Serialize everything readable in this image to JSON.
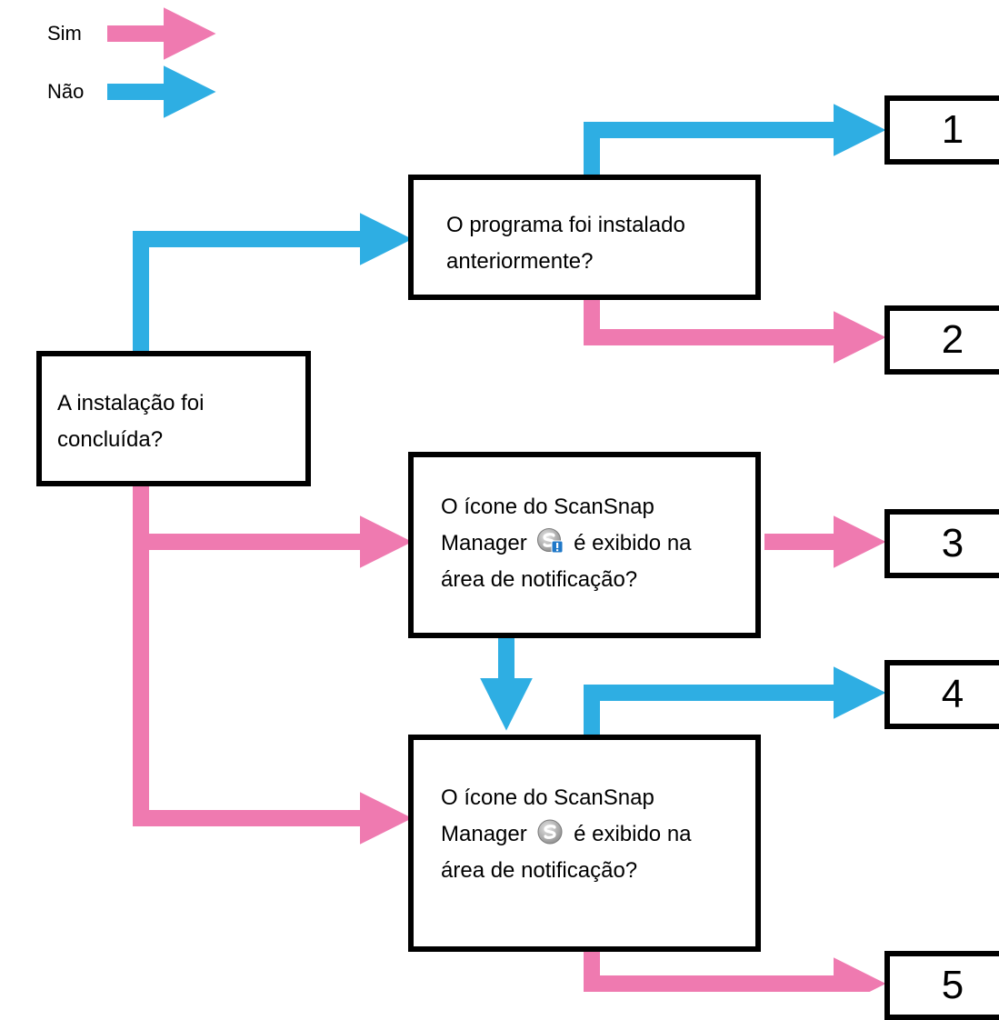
{
  "legend": {
    "yes_label": "Sim",
    "no_label": "Não"
  },
  "colors": {
    "yes": "#ef7ab0",
    "no": "#2eaee3",
    "box_border": "#000000"
  },
  "questions": {
    "q_install": {
      "line1": "A instalação foi",
      "line2": "concluída?"
    },
    "q_previous": {
      "line1": "O programa foi instalado",
      "line2": "anteriormente?"
    },
    "q_icon_warning": {
      "line1": "O ícone do ScanSnap",
      "line2_before": "Manager",
      "line2_after": "é exibido na",
      "line3": "área de notificação?",
      "icon": "scansnap-manager-warning-icon"
    },
    "q_icon_normal": {
      "line1": "O ícone do ScanSnap",
      "line2_before": "Manager",
      "line2_after": "é exibido na",
      "line3": "área de notificação?",
      "icon": "scansnap-manager-icon"
    }
  },
  "outcomes": [
    "1",
    "2",
    "3",
    "4",
    "5"
  ]
}
